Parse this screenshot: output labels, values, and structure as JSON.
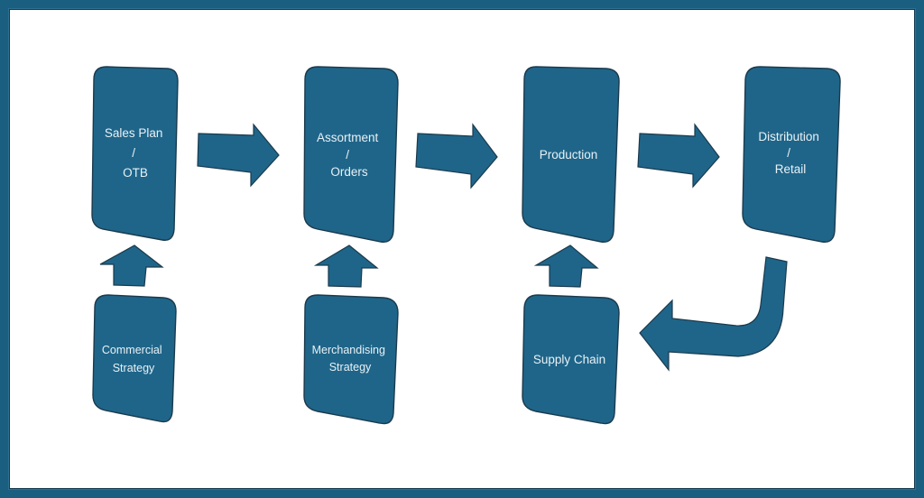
{
  "diagram": {
    "title": "Merchandise Planning Process Flow",
    "colors": {
      "box_fill": "#1f6589",
      "frame": "#1b5f80",
      "text": "#e8f1f6"
    },
    "top_row": [
      {
        "id": "sales-plan",
        "lines": [
          "Sales Plan",
          "/",
          "OTB"
        ]
      },
      {
        "id": "assortment",
        "lines": [
          "Assortment",
          "/",
          "Orders"
        ]
      },
      {
        "id": "production",
        "lines": [
          "Production"
        ]
      },
      {
        "id": "distribution",
        "lines": [
          "Distribution",
          "/",
          "Retail"
        ]
      }
    ],
    "bottom_row": [
      {
        "id": "commercial-strategy",
        "lines": [
          "Commercial",
          "Strategy"
        ]
      },
      {
        "id": "merchandising-strategy",
        "lines": [
          "Merchandising",
          "Strategy"
        ]
      },
      {
        "id": "supply-chain",
        "lines": [
          "Supply Chain"
        ]
      }
    ],
    "connections": [
      {
        "from": "Sales Plan / OTB",
        "to": "Assortment / Orders",
        "arrow": "right"
      },
      {
        "from": "Assortment / Orders",
        "to": "Production",
        "arrow": "right"
      },
      {
        "from": "Production",
        "to": "Distribution / Retail",
        "arrow": "right"
      },
      {
        "from": "Commercial Strategy",
        "to": "Sales Plan / OTB",
        "arrow": "up"
      },
      {
        "from": "Merchandising Strategy",
        "to": "Assortment / Orders",
        "arrow": "up"
      },
      {
        "from": "Supply Chain",
        "to": "Production",
        "arrow": "up"
      },
      {
        "from": "Distribution / Retail",
        "to": "Supply Chain",
        "arrow": "u-turn-left"
      }
    ]
  }
}
